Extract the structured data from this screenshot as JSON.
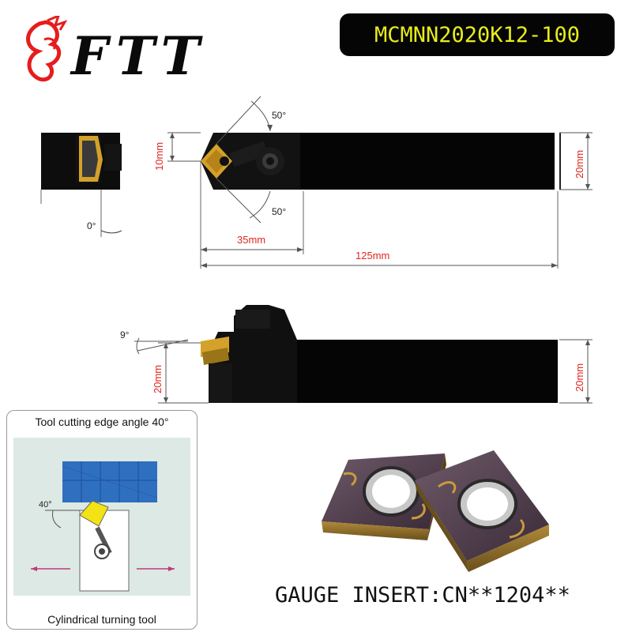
{
  "brand": {
    "name": "FTT"
  },
  "model_code": "MCMNN2020K12-100",
  "top_view": {
    "angle_top": "50°",
    "angle_bottom": "50°",
    "dim_insert_height": "10mm",
    "dim_shank_height": "20mm",
    "dim_head_length": "35mm",
    "dim_total_length": "125mm",
    "end_angle": "0°"
  },
  "side_view": {
    "angle_clearance": "9°",
    "dim_left_height": "20mm",
    "dim_right_height": "20mm"
  },
  "inset_panel": {
    "title": "Tool cutting edge angle 40°",
    "angle_label": "40°",
    "caption": "Cylindrical turning tool"
  },
  "gauge_insert": "GAUGE INSERT:CN**1204**",
  "colors": {
    "dimension_text": "#e0261f",
    "insert_gold": "#d4a12a",
    "badge_text": "#e8ec1a",
    "logo_red": "#e51d1d",
    "workpiece_blue": "#2f6fc0"
  }
}
